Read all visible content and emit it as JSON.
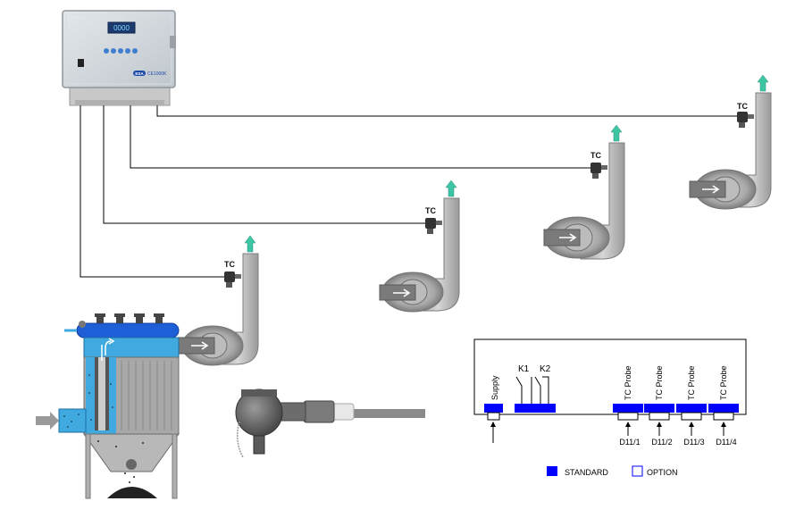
{
  "controller": {
    "brand_badge": "ESA",
    "model": "CE1000K",
    "display_text": "0000",
    "buttons": [
      "button-1",
      "button-2",
      "button-3",
      "button-4",
      "button-5"
    ]
  },
  "stacks": [
    {
      "label": "TC"
    },
    {
      "label": "TC"
    },
    {
      "label": "TC"
    },
    {
      "label": "TC"
    }
  ],
  "terminal": {
    "supply_label": "Supply",
    "k1_label": "K1",
    "k2_label": "K2",
    "probes": [
      {
        "label": "TC Probe",
        "terminal": "D11/1"
      },
      {
        "label": "TC Probe",
        "terminal": "D11/2"
      },
      {
        "label": "TC Probe",
        "terminal": "D11/3"
      },
      {
        "label": "TC Probe",
        "terminal": "D11/4"
      }
    ]
  },
  "legend": {
    "standard_label": "STANDARD",
    "option_label": "OPTION",
    "standard_color": "#0000ff",
    "option_color": "#ffffff"
  },
  "colors": {
    "pipe": "#b9b9b9",
    "pipe_dark": "#8a8a8a",
    "wire": "#000000",
    "filter_blue": "#3fa9e0",
    "terminal_blue": "#0000ff"
  }
}
